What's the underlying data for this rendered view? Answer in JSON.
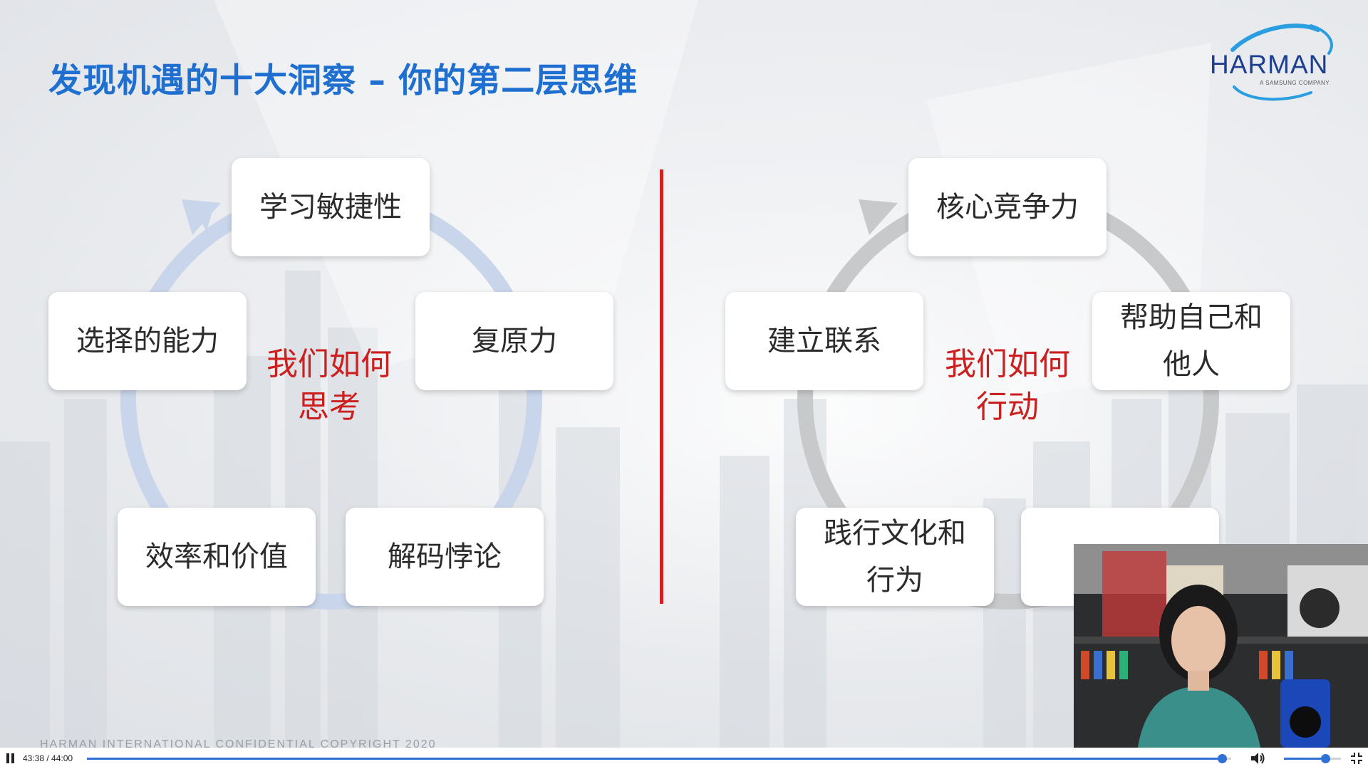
{
  "slide": {
    "title": "发现机遇的十大洞察 – 你的第二层思维",
    "logo": {
      "name": "HARMAN",
      "tagline": "A SAMSUNG COMPANY"
    },
    "footer": "HARMAN INTERNATIONAL  CONFIDENTIAL  COPYRIGHT 2020",
    "left_cycle": {
      "center": [
        "我们如何",
        "思考"
      ],
      "items": [
        "学习敏捷性",
        "复原力",
        "解码悖论",
        "效率和价值",
        "选择的能力"
      ]
    },
    "right_cycle": {
      "center": [
        "我们如何",
        "行动"
      ],
      "items": [
        [
          "核心竞争力"
        ],
        [
          "帮助自己和",
          "他人"
        ],
        [
          ""
        ],
        [
          "践行文化和",
          "行为"
        ],
        [
          "建立联系"
        ]
      ]
    },
    "colors": {
      "title": "#1f6fd0",
      "center_text": "#cc1f1f",
      "divider": "#d41f1f",
      "left_ring": "#c9d5ea",
      "right_ring": "#c8c9cb"
    }
  },
  "player": {
    "time": "43:38 / 44:00",
    "progress": 0.9917,
    "volume": 0.72,
    "icons": [
      "pause-icon",
      "volume-icon",
      "exit-fullscreen-icon"
    ]
  }
}
